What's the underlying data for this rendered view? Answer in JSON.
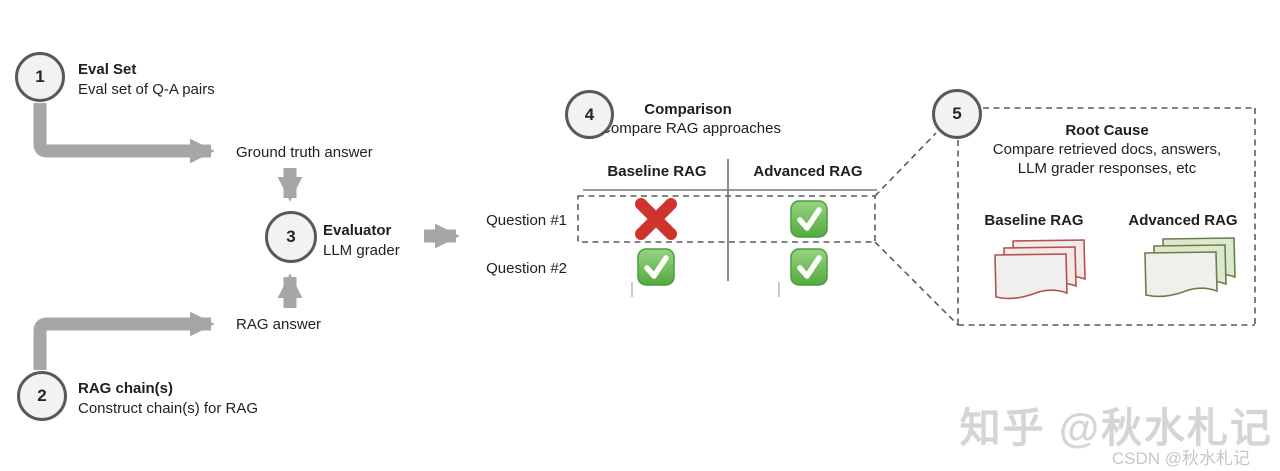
{
  "steps": [
    {
      "number": "1",
      "title": "Eval Set",
      "subtitle": "Eval set of Q-A pairs"
    },
    {
      "number": "2",
      "title": "RAG chain(s)",
      "subtitle": "Construct chain(s) for RAG"
    },
    {
      "number": "3",
      "title": "Evaluator",
      "subtitle": "LLM grader"
    },
    {
      "number": "4",
      "title": "Comparison",
      "subtitle": "Compare RAG approaches"
    },
    {
      "number": "5",
      "title": "Root Cause"
    }
  ],
  "flow_labels": {
    "ground_truth": "Ground truth answer",
    "rag_answer": "RAG answer"
  },
  "comparison_table": {
    "columns": [
      "Baseline RAG",
      "Advanced RAG"
    ],
    "rows": [
      {
        "label": "Question #1",
        "baseline": "fail",
        "advanced": "pass"
      },
      {
        "label": "Question #2",
        "baseline": "pass",
        "advanced": "pass"
      }
    ]
  },
  "root_cause": {
    "title": "Root Cause",
    "line1": "Compare retrieved docs, answers,",
    "line2": "LLM grader responses, etc",
    "stacks": [
      {
        "label": "Baseline RAG",
        "border_color": "#b5524b"
      },
      {
        "label": "Advanced RAG",
        "border_color": "#66804a"
      }
    ]
  },
  "icons": {
    "fail": "x-icon",
    "pass": "check-icon"
  },
  "colors": {
    "arrow": "#a6a6a6",
    "circle_fill": "#f2f2f2",
    "circle_stroke": "#595959",
    "fail_red": "#ce332e",
    "pass_green": "#54aa41",
    "dashed_line": "#5b5b5b"
  },
  "watermarks": {
    "zhihu": "知乎 @秋水札记",
    "csdn": "CSDN @秋水札记"
  }
}
